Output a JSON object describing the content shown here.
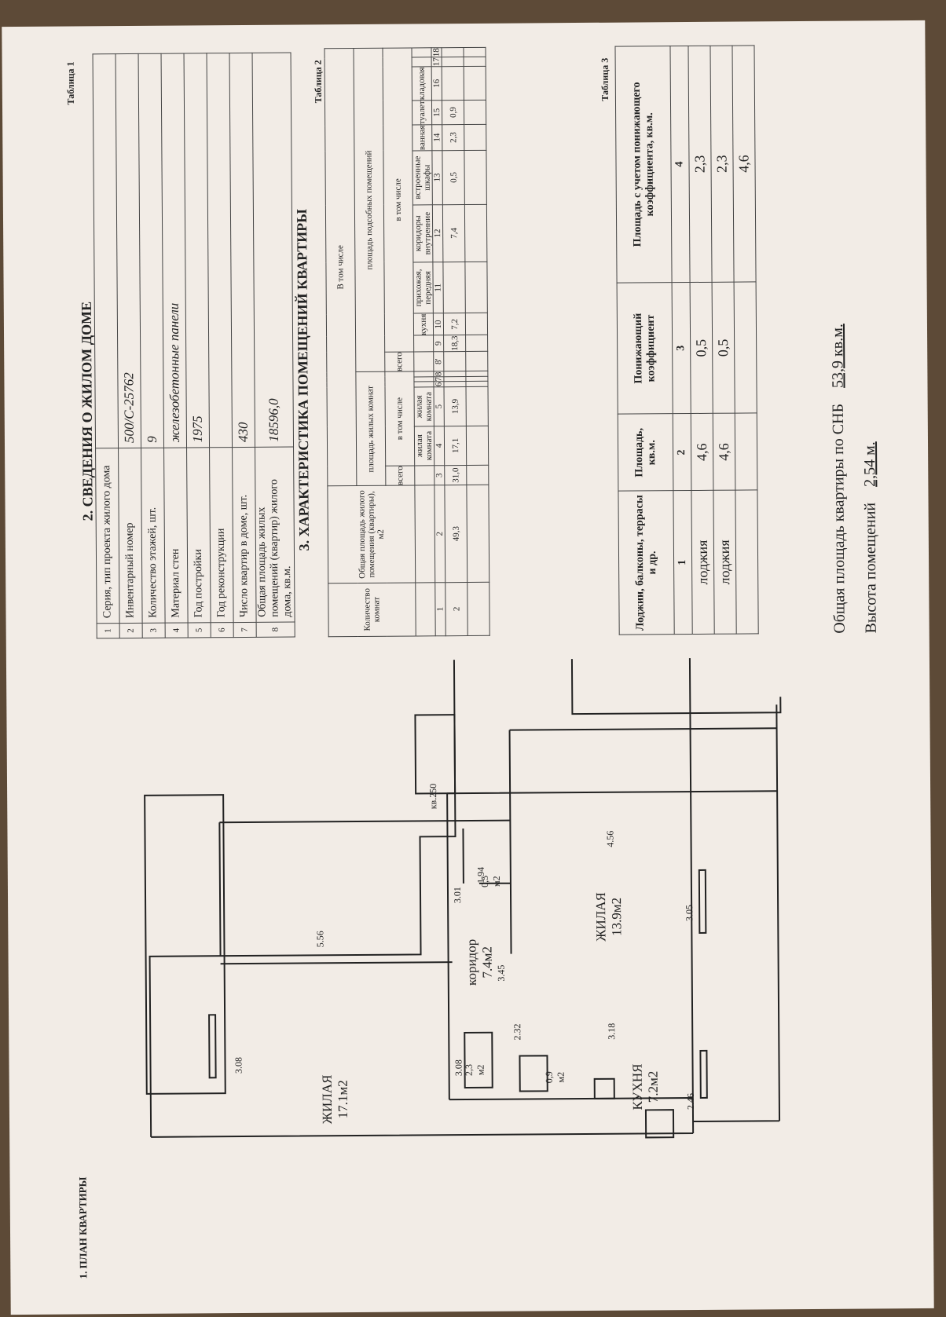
{
  "plan": {
    "heading": "1. ПЛАН КВАРТИРЫ",
    "apt_label": "кв.250",
    "rooms": [
      {
        "name": "ЖИЛАЯ",
        "area": "17.1м2"
      },
      {
        "name": "коридор",
        "area": "7.4м2"
      },
      {
        "name": "ЖИЛАЯ",
        "area": "13.9м2"
      },
      {
        "name": "КУХНЯ",
        "area": "7.2м2"
      },
      {
        "name": "2,3",
        "area": "м2"
      },
      {
        "name": "0,9",
        "area": "м2"
      },
      {
        "name": "0,5",
        "area": "м2"
      }
    ],
    "dims": [
      "3.08",
      "5.56",
      "3.08",
      "3.01",
      "1.94",
      "3.45",
      "2.32",
      "3.18",
      "4.56",
      "3.05",
      "2.46"
    ]
  },
  "house": {
    "heading": "2. СВЕДЕНИЯ О ЖИЛОМ ДОМЕ",
    "table_label": "Таблица 1",
    "rows": [
      {
        "n": "1",
        "label": "Серия, тип проекта жилого дома",
        "value": ""
      },
      {
        "n": "2",
        "label": "Инвентарный номер",
        "value": "500/С-25762"
      },
      {
        "n": "3",
        "label": "Количество этажей, шт.",
        "value": "9"
      },
      {
        "n": "4",
        "label": "Материал стен",
        "value": "железобетонные панели"
      },
      {
        "n": "5",
        "label": "Год постройки",
        "value": "1975"
      },
      {
        "n": "6",
        "label": "Год реконструкции",
        "value": ""
      },
      {
        "n": "7",
        "label": "Число квартир в доме, шт.",
        "value": "430"
      },
      {
        "n": "8",
        "label": "Общая площадь жилых помещений (квартир) жилого дома, кв.м.",
        "value": "18596,0"
      }
    ]
  },
  "rooms_table": {
    "heading": "3. ХАРАКТЕРИСТИКА ПОМЕЩЕНИЙ КВАРТИРЫ",
    "table_label": "Таблица 2",
    "h_rooms_count": "Количество комнат",
    "h_total_area": "Общая площадь жилого помещения (квартиры), м2",
    "h_incl": "В том числе",
    "h_living": "площадь жилых комнат",
    "h_aux": "площадь подсобных помещений",
    "h_sub": "в том числе",
    "h_total": "всего",
    "h_living_room": "жилая комната",
    "h_kitchen": "кухня",
    "h_hall": "прихожая, передняя",
    "h_corridor": "коридоры внутренние",
    "h_closet": "встроенные шкафы",
    "h_bath": "ванная",
    "h_toilet": "туалет",
    "h_storage": "кладовая",
    "col_nums": [
      "1",
      "2",
      "3",
      "4",
      "5",
      "6",
      "7",
      "8",
      "8'",
      "9",
      "10",
      "11",
      "12",
      "13",
      "14",
      "15",
      "16",
      "17",
      "18"
    ],
    "data_row": [
      "2",
      "49,3",
      "31,0",
      "17,1",
      "13,9",
      "",
      "",
      "",
      "",
      "18,3",
      "7,2",
      "",
      "7,4",
      "0,5",
      "2,3",
      "0,9",
      "",
      "",
      ""
    ]
  },
  "loggia_table": {
    "table_label": "Таблица 3",
    "h1": "Лоджии, балконы, террасы и др.",
    "h2": "Площадь, кв.м.",
    "h3": "Понижающий коэффициент",
    "h4": "Площадь с учетом понижающего коэффициента, кв.м.",
    "col_nums": [
      "1",
      "2",
      "3",
      "4"
    ],
    "rows": [
      [
        "лоджия",
        "4,6",
        "0,5",
        "2,3"
      ],
      [
        "лоджия",
        "4,6",
        "0,5",
        "2,3"
      ]
    ],
    "total": "4,6"
  },
  "summary": {
    "total_label": "Общая площадь квартиры по СНБ",
    "total_value": "53,9 кв.м.",
    "height_label": "Высота помещений",
    "height_value": "2,54 м."
  }
}
